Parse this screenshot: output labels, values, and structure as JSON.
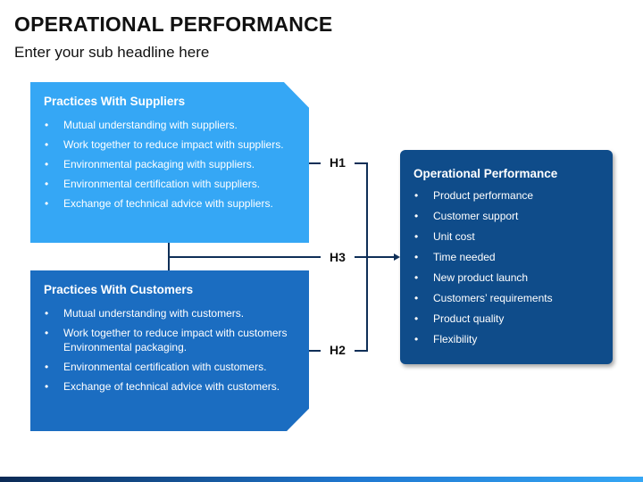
{
  "header": {
    "title": "OPERATIONAL PERFORMANCE",
    "subtitle": "Enter your sub headline here"
  },
  "suppliers": {
    "title": "Practices With Suppliers",
    "items": [
      "Mutual understanding with suppliers.",
      "Work together to reduce impact with suppliers.",
      "Environmental packaging with suppliers.",
      "Environmental certification with suppliers.",
      "Exchange of technical advice with suppliers."
    ]
  },
  "customers": {
    "title": "Practices With Customers",
    "items": [
      "Mutual understanding with customers.",
      "Work together to reduce impact with customers Environmental packaging.",
      "Environmental certification with customers.",
      "Exchange of technical advice with customers."
    ]
  },
  "operational": {
    "title": "Operational Performance",
    "items": [
      "Product performance",
      "Customer support",
      "Unit cost",
      "Time needed",
      "New product launch",
      "Customers’ requirements",
      "Product quality",
      "Flexibility"
    ]
  },
  "hypotheses": {
    "h1": "H1",
    "h2": "H2",
    "h3": "H3"
  },
  "colors": {
    "suppliers_box": "#35a7f5",
    "customers_box": "#1b6dc1",
    "operational_box": "#0f4c8a",
    "connector": "#0f2f57"
  }
}
